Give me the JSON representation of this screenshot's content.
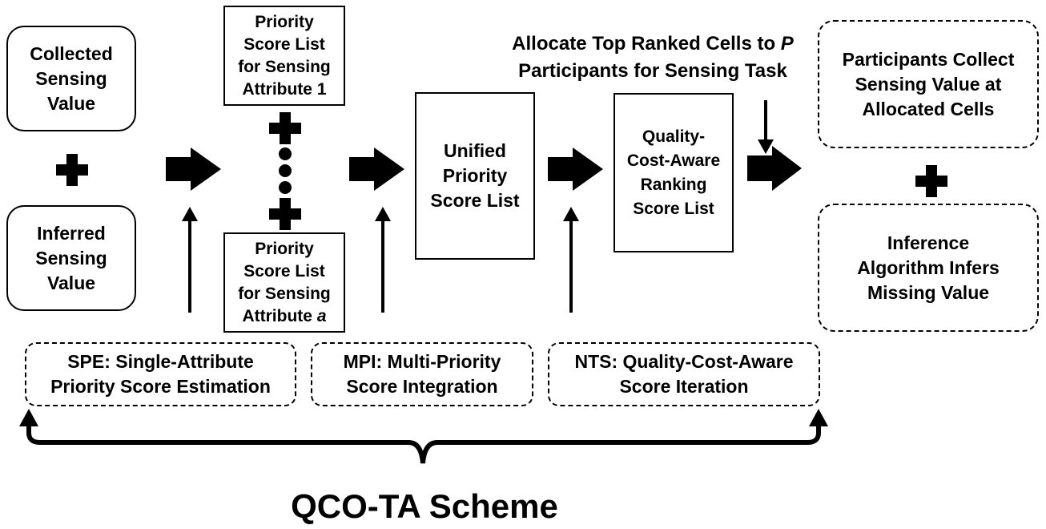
{
  "collected": {
    "l1": "Collected",
    "l2": "Sensing",
    "l3": "Value"
  },
  "inferred": {
    "l1": "Inferred",
    "l2": "Sensing",
    "l3": "Value"
  },
  "priority1": {
    "l1": "Priority",
    "l2": "Score List",
    "l3": "for Sensing",
    "l4": "Attribute 1"
  },
  "prioritya": {
    "l1": "Priority",
    "l2": "Score List",
    "l3": "for Sensing",
    "l4a": "Attribute ",
    "l4b": "a"
  },
  "unified": {
    "l1": "Unified",
    "l2": "Priority",
    "l3": "Score List"
  },
  "ranking": {
    "l1": "Quality-",
    "l2": "Cost-Aware",
    "l3": "Ranking",
    "l4": "Score List"
  },
  "allocate": {
    "l1a": "Allocate Top Ranked Cells to ",
    "l1b": "P",
    "l2": "Participants for Sensing Task"
  },
  "participants": {
    "l1": "Participants Collect",
    "l2": "Sensing Value at",
    "l3": "Allocated Cells"
  },
  "inference": {
    "l1": "Inference",
    "l2": "Algorithm Infers",
    "l3": "Missing Value"
  },
  "spe": {
    "l1": "SPE: Single-Attribute",
    "l2": "Priority Score Estimation"
  },
  "mpi": {
    "l1": "MPI: Multi-Priority",
    "l2": "Score Integration"
  },
  "nts": {
    "l1": "NTS: Quality-Cost-Aware",
    "l2": "Score Iteration"
  },
  "scheme_title": "QCO-TA Scheme"
}
